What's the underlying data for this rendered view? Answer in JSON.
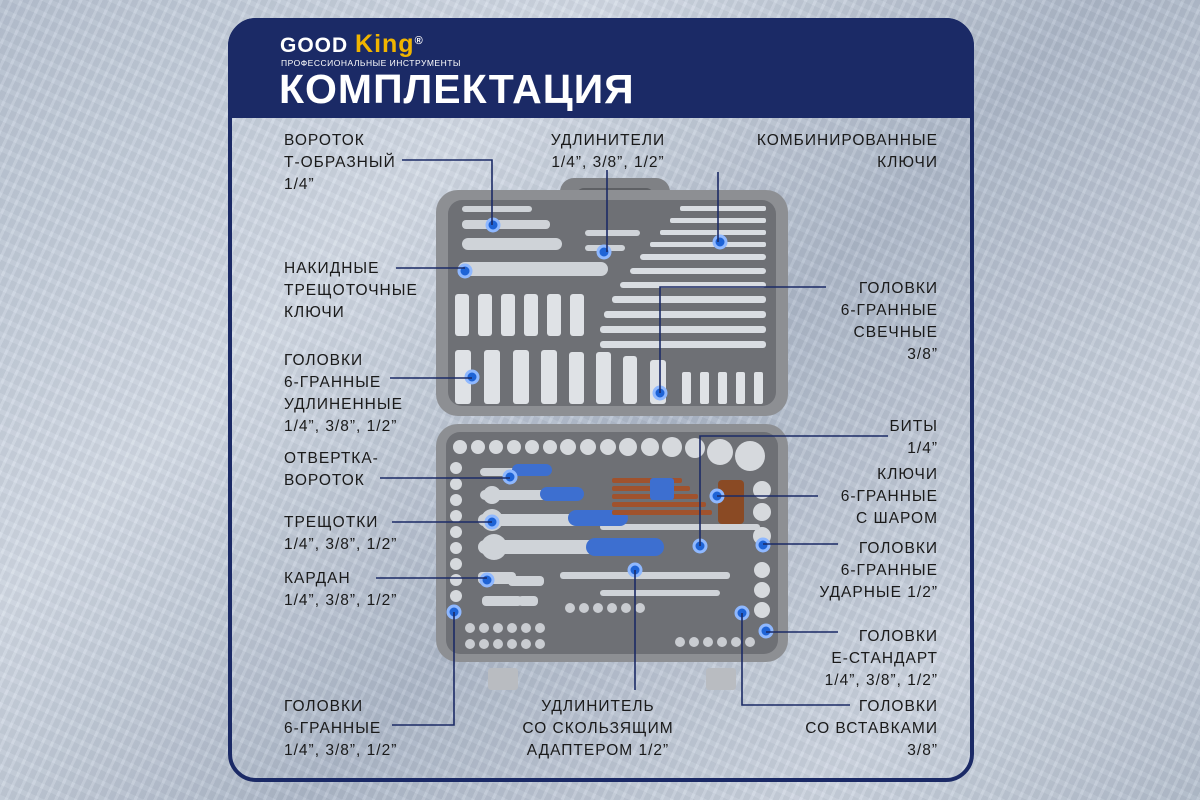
{
  "brand": {
    "name_good": "GOOD",
    "name_king": "King",
    "reg": "®",
    "tagline": "ПРОФЕССИОНАЛЬНЫЕ ИНСТРУМЕНТЫ"
  },
  "title": "КОМПЛЕКТАЦИЯ",
  "labels": {
    "t_handle": "ВОРОТОК\nТ-ОБРАЗНЫЙ\n1/4”",
    "extensions": "УДЛИНИТЕЛИ\n1/4”, 3/8”, 1/2”",
    "combo_wrenches": "КОМБИНИРОВАННЫЕ\nКЛЮЧИ",
    "ratchet_wrenches": "НАКИДНЫЕ\nТРЕЩОТОЧНЫЕ\nКЛЮЧИ",
    "spark_sockets": "ГОЛОВКИ\n6-ГРАННЫЕ\nСВЕЧНЫЕ\n3/8”",
    "deep_sockets": "ГОЛОВКИ\n6-ГРАННЫЕ\nУДЛИНЕННЫЕ\n1/4”, 3/8”, 1/2”",
    "bits": "БИТЫ\n1/4”",
    "screwdriver": "ОТВЕРТКА-\nВОРОТОК",
    "hex_keys": "КЛЮЧИ\n6-ГРАННЫЕ\nС ШАРОМ",
    "ratchets": "ТРЕЩОТКИ\n1/4”, 3/8”, 1/2”",
    "impact_sockets": "ГОЛОВКИ\n6-ГРАННЫЕ\nУДАРНЫЕ 1/2”",
    "cardan": "КАРДАН\n1/4”, 3/8”, 1/2”",
    "e_sockets": "ГОЛОВКИ\nE-СТАНДАРТ\n1/4”, 3/8”, 1/2”",
    "hex_sockets": "ГОЛОВКИ\n6-ГРАННЫЕ\n1/4”, 3/8”, 1/2”",
    "sliding_ext": "УДЛИНИТЕЛЬ\nСО СКОЛЬЗЯЩИМ\nАДАПТЕРОМ 1/2”",
    "bit_sockets": "ГОЛОВКИ\nСО ВСТАВКАМИ\n3/8”"
  },
  "colors": {
    "navy": "#1b2a66",
    "gold": "#f0b400",
    "case_gray": "#8d8f93",
    "marker": "#1e63d6"
  }
}
